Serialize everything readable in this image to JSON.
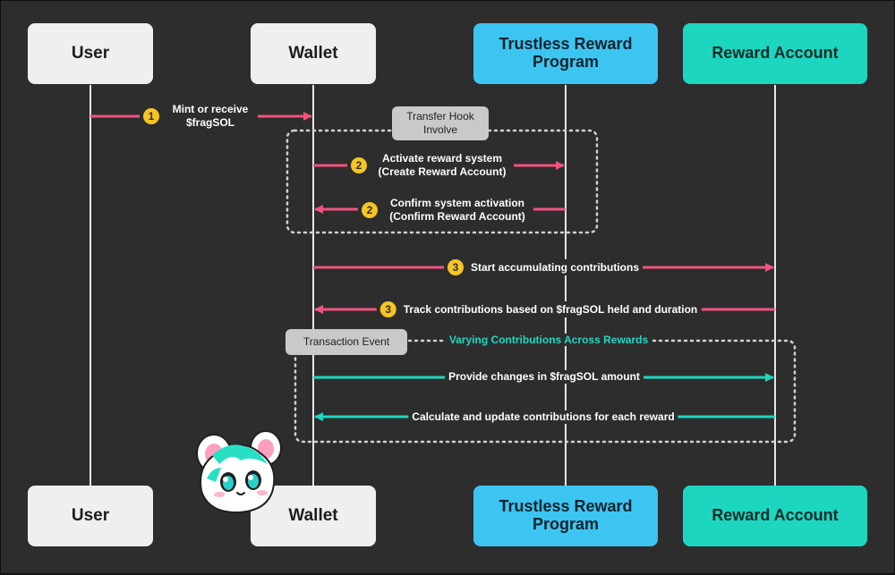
{
  "actors": {
    "user": "User",
    "wallet": "Wallet",
    "program": "Trustless Reward Program",
    "account": "Reward Account"
  },
  "messages": [
    {
      "step": "1",
      "text": "Mint or receive $fragSOL"
    },
    {
      "step": "2",
      "text": "Activate reward system (Create Reward Account)"
    },
    {
      "step": "2",
      "text": "Confirm system activation (Confirm Reward Account)"
    },
    {
      "step": "3",
      "text": "Start accumulating contributions"
    },
    {
      "step": "3",
      "text": "Track contributions based on $fragSOL held and duration"
    },
    {
      "text": "Provide changes in $fragSOL amount"
    },
    {
      "text": "Calculate and update contributions for each reward"
    }
  ],
  "groups": {
    "transfer_hook": "Transfer Hook Involve",
    "transaction_event": "Transaction Event",
    "varying": "Varying Contributions Across Rewards"
  },
  "colors": {
    "background": "#2d2d2d",
    "pink_arrow": "#f0547f",
    "teal_arrow": "#1cd6c0",
    "step_badge": "#f6c524",
    "actor_light": "#edeff0",
    "actor_program": "#3dc5f2",
    "actor_account": "#1cd6c0"
  }
}
